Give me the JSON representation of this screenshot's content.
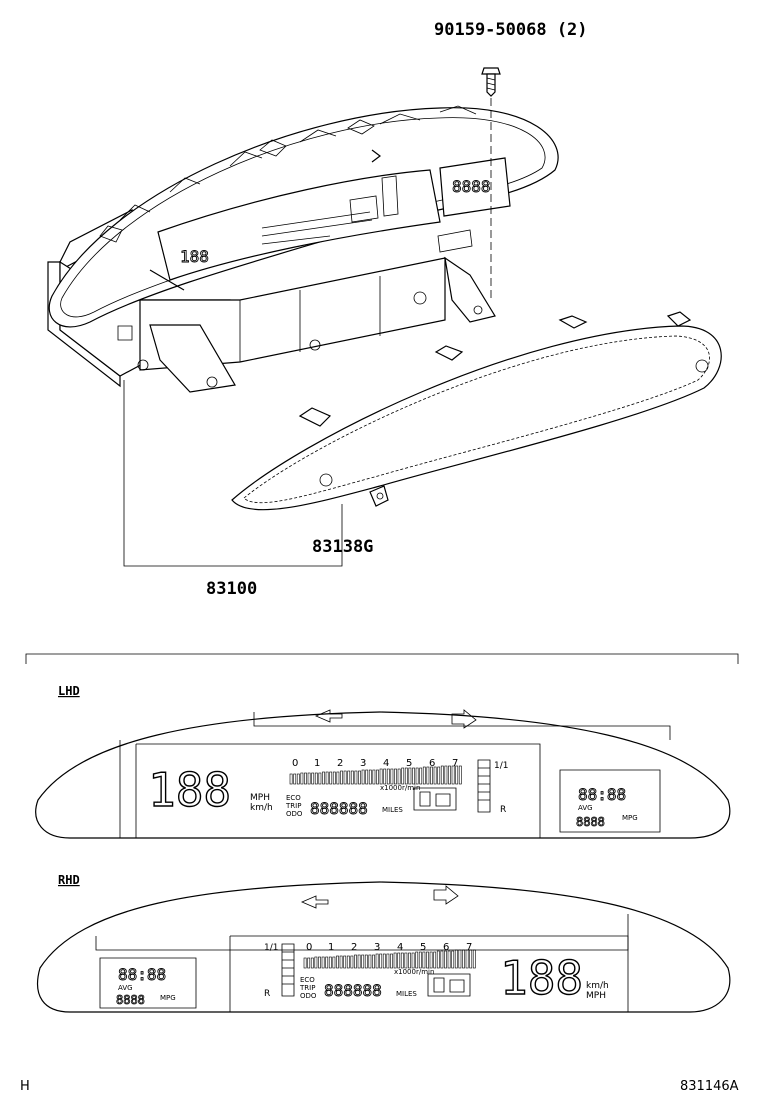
{
  "parts": {
    "screw": "90159-50068 (2)",
    "lens": "83138G",
    "meter_assembly": "83100"
  },
  "sections": {
    "lhd": "LHD",
    "rhd": "RHD"
  },
  "display": {
    "speed_digits": "188",
    "unit_mph": "MPH",
    "unit_kmh": "km/h",
    "rpm_scale": [
      "0",
      "1",
      "2",
      "3",
      "4",
      "5",
      "6",
      "7"
    ],
    "rpm_unit": "x1000r/min",
    "eco": "ECO",
    "trip": "TRIP",
    "odo": "ODO",
    "odometer": "888888",
    "miles": "MILES",
    "gear_top": "1/1",
    "gear_bottom": "R",
    "clock": "88:88",
    "avg_label": "AVG",
    "mpg": "MPG",
    "small_digits": "8888"
  },
  "footer": {
    "left": "H",
    "right": "831146A"
  }
}
